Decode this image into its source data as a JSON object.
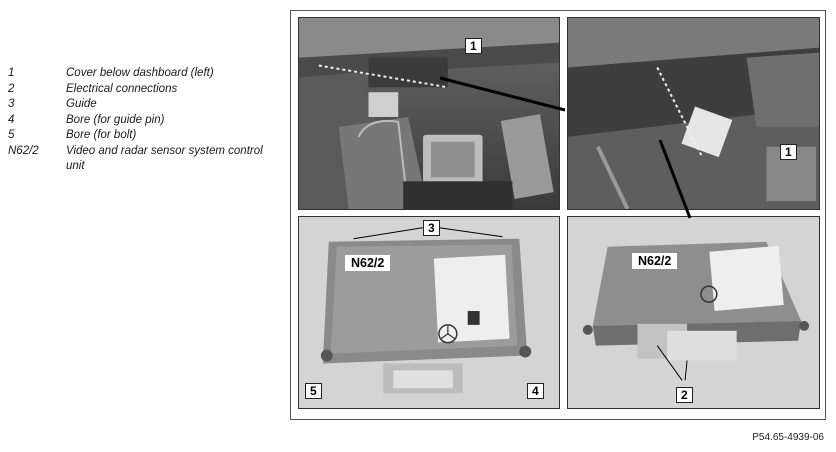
{
  "legend": [
    {
      "key": "1",
      "text": "Cover below dashboard (left)"
    },
    {
      "key": "2",
      "text": "Electrical connections"
    },
    {
      "key": "3",
      "text": "Guide"
    },
    {
      "key": "4",
      "text": "Bore (for guide pin)"
    },
    {
      "key": "5",
      "text": "Bore (for bolt)"
    },
    {
      "key": "N62/2",
      "text": "Video and radar sensor system control unit"
    }
  ],
  "photos": {
    "top_left": {
      "callout": "1"
    },
    "top_right": {
      "callout": "1"
    },
    "bottom_left": {
      "unit_label": "N62/2",
      "callout_top": "3",
      "callout_left": "5",
      "callout_right": "4"
    },
    "bottom_right": {
      "unit_label": "N62/2",
      "callout_bottom": "2"
    }
  },
  "figure_id": "P54.65-4939-06"
}
